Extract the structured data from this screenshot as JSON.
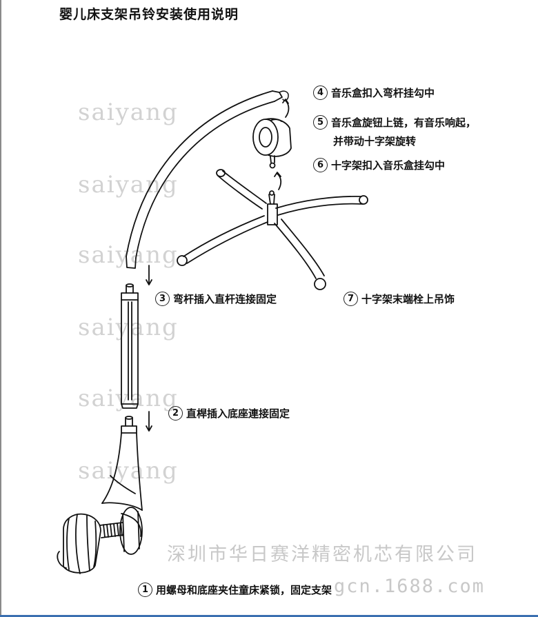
{
  "title": "婴儿床支架吊铃安装使用说明",
  "watermarks": [
    "saiyang",
    "saiyang",
    "saiyang",
    "saiyang",
    "saiyang",
    "saiyang"
  ],
  "steps": {
    "s4": {
      "num": "4",
      "text": "音乐盒扣入弯杆挂勾中"
    },
    "s5": {
      "num": "5",
      "text": "音乐盒旋钮上链，有音乐响起，",
      "line2": "并带动十字架旋转"
    },
    "s6": {
      "num": "6",
      "text": "十字架扣入音乐盒挂勾中"
    },
    "s3": {
      "num": "3",
      "text": "弯杆插入直杆连接固定"
    },
    "s7": {
      "num": "7",
      "text": "十字架末端栓上吊饰"
    },
    "s2": {
      "num": "2",
      "text": "直桿插入底座連接固定"
    },
    "s1": {
      "num": "1",
      "text": "用螺母和底座夹住童床紧锁，固定支架"
    }
  },
  "footer": {
    "company": "深圳市华日赛洋精密机芯有限公司",
    "site": "gcn.1688.com"
  }
}
